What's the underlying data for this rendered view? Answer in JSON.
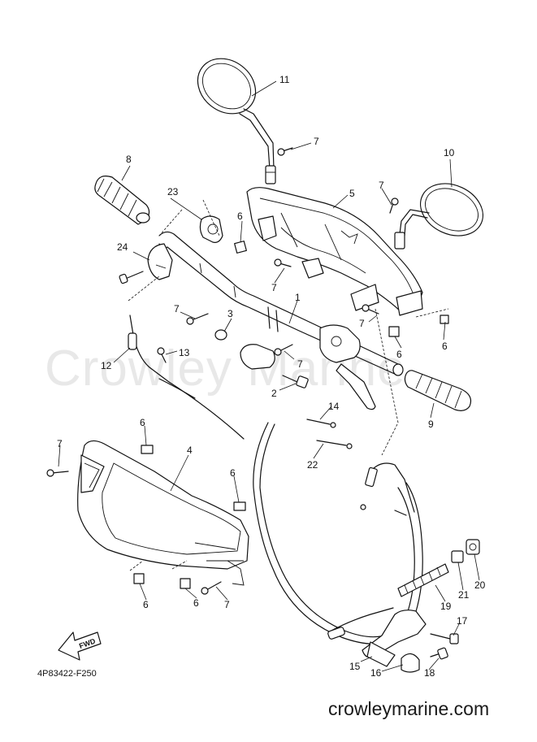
{
  "watermark": "Crowley Marine",
  "drawing_code": "4P83422-F250",
  "brand_url": "crowleymarine.com",
  "fwd_label": "FWD",
  "callouts": [
    {
      "id": "c11",
      "text": "11"
    },
    {
      "id": "c7a",
      "text": "7"
    },
    {
      "id": "c8",
      "text": "8"
    },
    {
      "id": "c10",
      "text": "10"
    },
    {
      "id": "c23",
      "text": "23"
    },
    {
      "id": "c5",
      "text": "5"
    },
    {
      "id": "c7b",
      "text": "7"
    },
    {
      "id": "c6a",
      "text": "6"
    },
    {
      "id": "c24",
      "text": "24"
    },
    {
      "id": "c7c",
      "text": "7"
    },
    {
      "id": "c1",
      "text": "1"
    },
    {
      "id": "c7d",
      "text": "7"
    },
    {
      "id": "c3",
      "text": "3"
    },
    {
      "id": "c7e",
      "text": "7"
    },
    {
      "id": "c6b",
      "text": "6"
    },
    {
      "id": "c6c",
      "text": "6"
    },
    {
      "id": "c12",
      "text": "12"
    },
    {
      "id": "c13",
      "text": "13"
    },
    {
      "id": "c7f",
      "text": "7"
    },
    {
      "id": "c2",
      "text": "2"
    },
    {
      "id": "c14",
      "text": "14"
    },
    {
      "id": "c9",
      "text": "9"
    },
    {
      "id": "c6d",
      "text": "6"
    },
    {
      "id": "c7g",
      "text": "7"
    },
    {
      "id": "c4",
      "text": "4"
    },
    {
      "id": "c22",
      "text": "22"
    },
    {
      "id": "c6e",
      "text": "6"
    },
    {
      "id": "c20",
      "text": "20"
    },
    {
      "id": "c21",
      "text": "21"
    },
    {
      "id": "c19",
      "text": "19"
    },
    {
      "id": "c6f",
      "text": "6"
    },
    {
      "id": "c6g",
      "text": "6"
    },
    {
      "id": "c7h",
      "text": "7"
    },
    {
      "id": "c17",
      "text": "17"
    },
    {
      "id": "c15",
      "text": "15"
    },
    {
      "id": "c16",
      "text": "16"
    },
    {
      "id": "c18",
      "text": "18"
    }
  ]
}
